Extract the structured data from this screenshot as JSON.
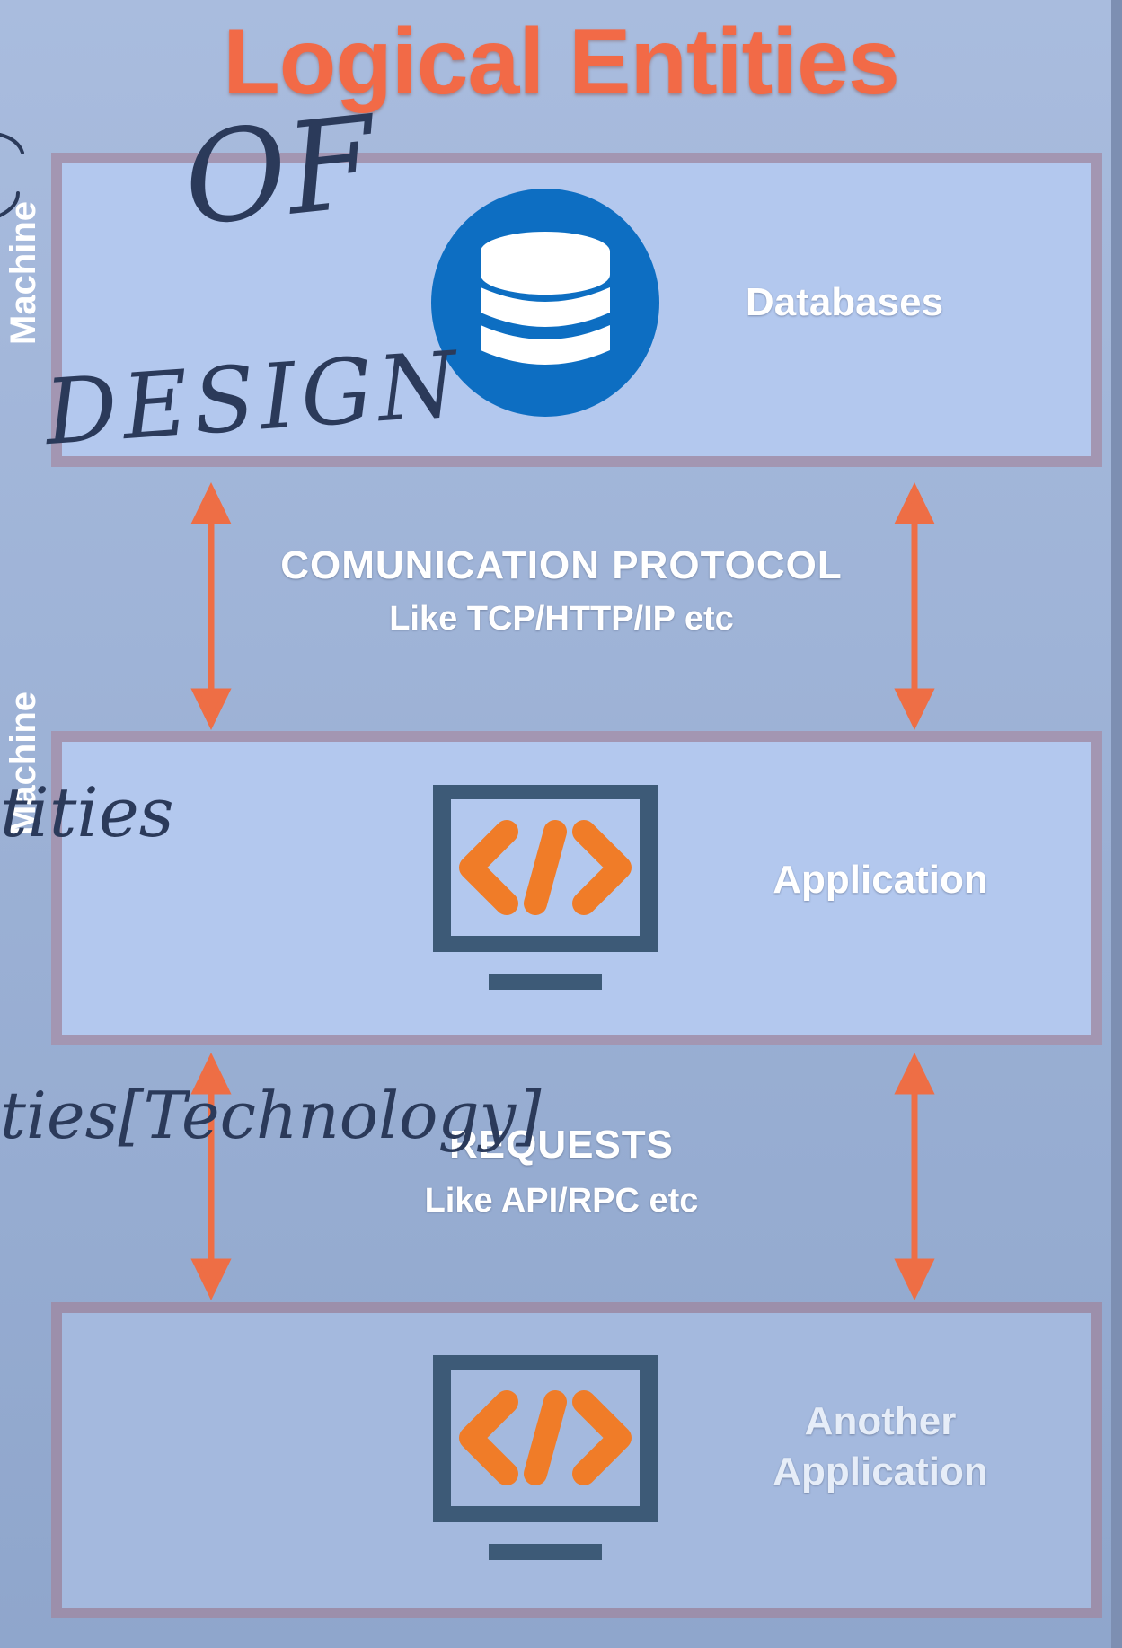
{
  "title": "Logical Entities",
  "layers": [
    {
      "label": "Databases",
      "icon": "database-icon"
    },
    {
      "label": "Application",
      "icon": "code-monitor-icon"
    },
    {
      "label_line1": "Another",
      "label_line2": "Application",
      "icon": "code-monitor-icon"
    }
  ],
  "links": [
    {
      "title": "COMUNICATION PROTOCOL",
      "subtitle": "Like TCP/HTTP/IP etc"
    },
    {
      "title": "REQUESTS",
      "subtitle": "Like API/RPC etc"
    }
  ],
  "side_labels": [
    "Machine",
    "Machine"
  ],
  "handwriting": [
    "OF",
    "DESIGN",
    "tities",
    "ties[Technology]"
  ],
  "colors": {
    "title": "#f26a47",
    "arrow": "#ee6e45",
    "db_blue": "#0d6ec2",
    "monitor": "#3d5a77",
    "code_orange": "#f07c28"
  }
}
